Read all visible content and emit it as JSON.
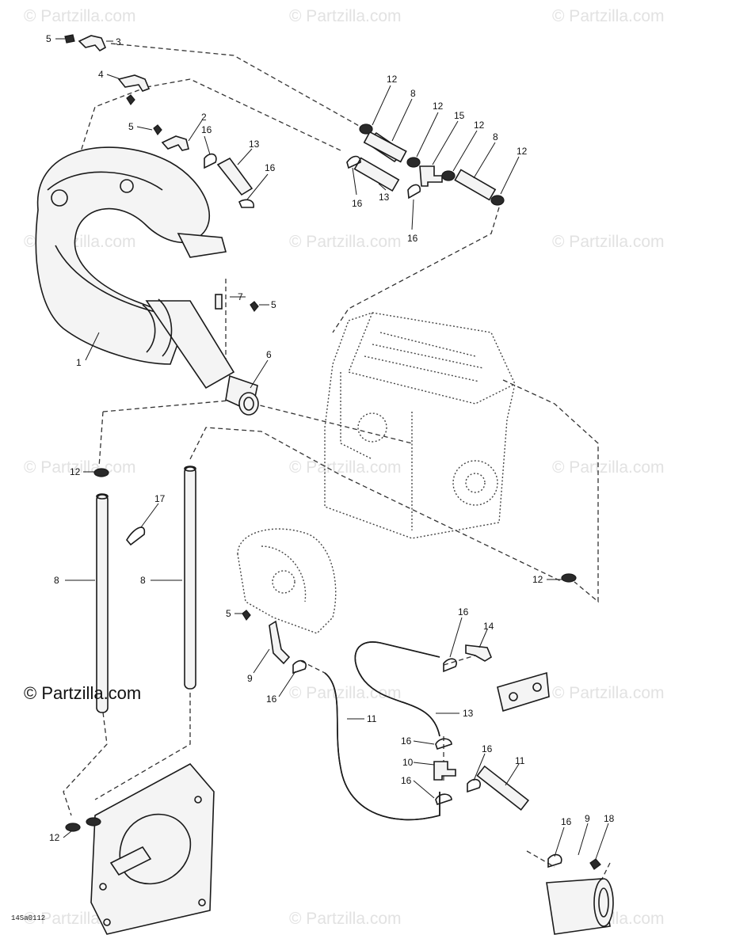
{
  "watermark": "© Partzilla.com",
  "copyright": "© Partzilla.com",
  "figure_code": "14Sa0112",
  "callouts": {
    "c1": "1",
    "c2": "2",
    "c3": "3",
    "c4": "4",
    "c5a": "5",
    "c5b": "5",
    "c5c": "5",
    "c5d": "5",
    "c6": "6",
    "c7": "7",
    "c8a": "8",
    "c8b": "8",
    "c8c": "8",
    "c8d": "8",
    "c9a": "9",
    "c9b": "9",
    "c10": "10",
    "c11a": "11",
    "c11b": "11",
    "c12a": "12",
    "c12b": "12",
    "c12c": "12",
    "c12d": "12",
    "c12e": "12",
    "c12f": "12",
    "c12g": "12",
    "c13a": "13",
    "c13b": "13",
    "c13c": "13",
    "c14": "14",
    "c15": "15",
    "c16a": "16",
    "c16b": "16",
    "c16c": "16",
    "c16d": "16",
    "c16e": "16",
    "c16f": "16",
    "c16g": "16",
    "c16h": "16",
    "c16i": "16",
    "c17": "17",
    "c18": "18"
  }
}
